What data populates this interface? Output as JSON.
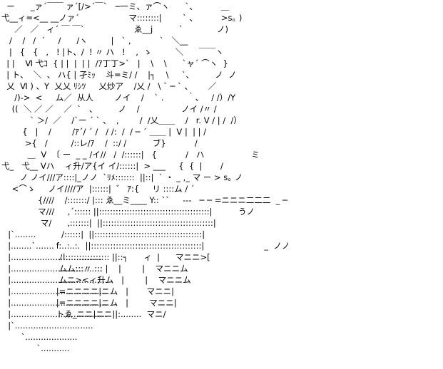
{
  "colors": {
    "background": "#ffffff",
    "ink": "#000000"
  },
  "art": {
    "lines": [
      "  ー      _ァ´￣￣ ァ´[/>´￣`   ─一ミ、ァ⌒ヽ      `、         ＿",
      "弋__ィ=<__ __ノァ´                   マ::::::::|        ` 、         >s｡ )",
      "     ／   ／   ィ´ ￣ ￣`                   ゑ__j          `             ノ)",
      "   /    /   /  ´     /      /ヽ         |   ` ,           `   ＼__",
      "   |   {   {   ,   ! |ト、/  ! 〃 ハ   !    ,  ゝ         ＼      ￣￣ヽ",
      "  | |    Ⅵ 弋ｺ  { | |  |  | |  /ｱ丁丁>`   |    \\    \\      `ャ´ ⌒ヽ  }",
      "  | ト、  ＼  、 ハ{ | 孑ﾐｯ    斗=ミ/ /    |┐    \\     `、        ノ  ノ",
      "  乂  Ⅵ ) 、Y  乂乂 ﾘｼﾂ     乂炒ア    /乂 /   \\ ` ─ ` 、      ／",
      "     /)->  <     ム／  从人        ノイ    /    ` .         ｀、   / /）/Y",
      "    ((  ＼ ／ ／    ／  `   、        ノ    /                ノイ /〃 /",
      "           ` ＞/  ／    /`ー ´ ` 、  ,        /  /乂＿＿    /   r. Ⅴ / | /  /）",
      "        {   |    /        /ｱ´/ ´ /   / /:  /  / ─ ´ ＿＿ |  Ⅴ |  | | /",
      "         >{   /         /::レ/ｱ    /  ::/ /          ブ}           /",
      "          ＿  Ⅴ  〔 ー  _ _ /イ//   /  /::::::|   {           /   ハ                  ミ",
      "弋_   弋__ Ⅴハ    ィ升/ア{イ イ/::::::|  > ___     {  {  |       /",
      "       ノ ノイ///ア::::|_ノノ  `ﾘﾒ:::::::  ||::|  ` ・ _ ,_ マ ー > s｡ ノ",
      "    <⌒ゝ     ノイ////ア  |::::::|  ゛ ｱ:{     リ ::::ム / ´",
      "              {////    /:::::::/ |::: ゑ__ミ____ Y:: ``     ---   ─ ─ =ニニニ二二二  _ ─",
      "              マ///     ,´:::::: ||::::::::::::::::::::::::::::::::::::::::|          うノ",
      "               マ/      ,:::::::|  ||::::::::::::::::::::::::::::::::::::::::|",
      "                       /::::::|  ||:::::::::::::::::::::::::::::::::::::::|",
      "                     f:..:..:.  ||::::::::::::::::::::::::::::::::::::::::|                       _  ノノ",
      "                      ﾉl:::::::::::::::: ||::┐      ィ  |      マニニ>[",
      "                      ムム:::〃 ::: |    |        |    マニニム",
      "                      ムニ><ィ升ム   |        |    マニニム",
      "                     |=ニニニニ|ニム   |       マニニ|",
      "                     |=ニニニニ|ニム   |        マニニ|",
      "                     トゑ_ニニ|ニニ||:........  マニ/"
    ],
    "dot_fills": [
      "  |`........",
      "  |........`.......",
      "  |...................................",
      "  |...................................",
      "  |.....................................",
      "  |.....................................",
      "  |.....................................",
      "  |.....................................",
      "  |`..............................",
      "       `....................",
      "             `..........."
    ]
  }
}
